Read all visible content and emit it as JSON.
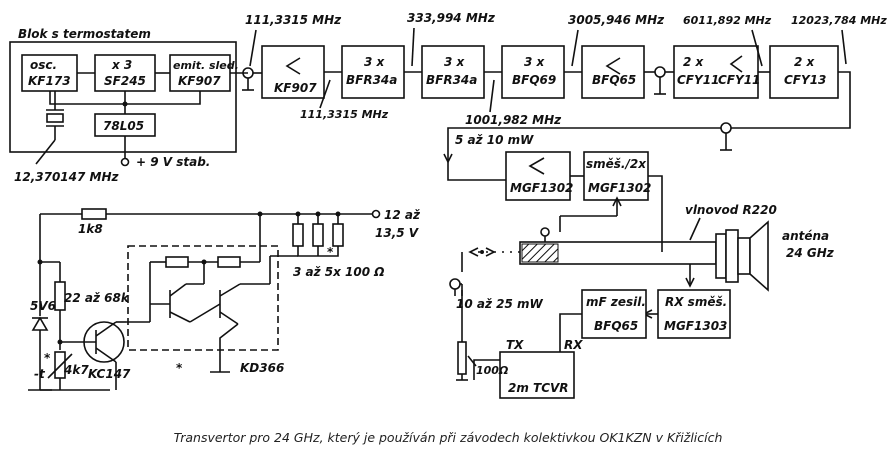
{
  "thermostat_block": {
    "title": "Blok s termostatem",
    "osc_line1": "osc.",
    "osc_line2": "KF173",
    "mult_line1": "x 3",
    "mult_line2": "SF245",
    "follower_line1": "emit. sled.",
    "follower_line2": "KF907",
    "regulator": "78L05",
    "supply": "+ 9 V stab.",
    "crystal_freq": "12,370147 MHz"
  },
  "chain": {
    "freq_out_block": "111,3315 MHz",
    "amp1": "KF907",
    "freq_after_amp1": "111,3315 MHz",
    "mult2_factor": "3 x",
    "mult2_part": "BFR34a",
    "freq_after_mult2": "333,994 MHz",
    "mult3_factor": "3 x",
    "mult3_part": "BFR34a",
    "freq_after_mult3": "1001,982 MHz",
    "mult4_factor": "3 x",
    "mult4_part": "BFQ69",
    "freq_after_mult4": "3005,946 MHz",
    "amp2": "BFQ65",
    "mult5_factor": "2 x",
    "mult5_part": "CFY11",
    "amp3_part": "CFY11",
    "freq_after_mult5": "6011,892 MHz",
    "mult6_factor": "2 x",
    "mult6_part": "CFY13",
    "freq_after_mult6": "12023,784 MHz"
  },
  "rf": {
    "lo_power": "5 až 10 mW",
    "amp_lo": "MGF1302",
    "mixer_label": "směš./2x",
    "mixer_part": "MGF1302",
    "waveguide": "vlnovod R220",
    "antenna_line1": "anténa",
    "antenna_line2": "24 GHz",
    "rx_mixer_label": "RX směš.",
    "rx_mixer_part": "MGF1303",
    "if_amp_label": "mF zesil.",
    "if_amp_part": "BFQ65",
    "tx_power": "10 až 25 mW",
    "pot": "100Ω",
    "tx": "TX",
    "rx": "RX",
    "tcvr": "2m TCVR"
  },
  "thermostat": {
    "r_series": "1k8",
    "voltage": "12 až",
    "voltage2": "13,5 V",
    "zener": "5V6",
    "r_bias": "22 až 68k",
    "star1": "*",
    "ntc_label": "-t",
    "ntc_value": "4k7",
    "transistor": "KC147",
    "heater": "3 až 5x 100 Ω",
    "star2": "*",
    "star3": "*",
    "darlington": "KD366"
  },
  "caption": "Transvertor pro 24 GHz, který je používán při závodech kolektivkou OK1KZN v Křižlicích"
}
